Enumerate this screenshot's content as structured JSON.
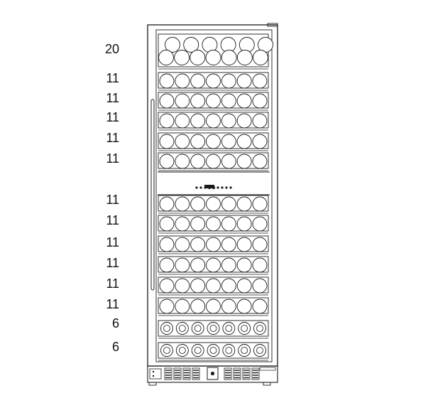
{
  "diagram": {
    "capacity_labels": [
      "20",
      "11",
      "11",
      "11",
      "11",
      "11",
      "11",
      "11",
      "11",
      "11",
      "11",
      "11",
      "6",
      "6"
    ],
    "shelves": [
      {
        "type": "double",
        "bottles_front": 7,
        "bottles_back": 6
      },
      {
        "type": "single",
        "bottles": 7
      },
      {
        "type": "single",
        "bottles": 7
      },
      {
        "type": "single",
        "bottles": 7
      },
      {
        "type": "single",
        "bottles": 7
      },
      {
        "type": "single",
        "bottles": 7
      },
      {
        "type": "single",
        "bottles": 7
      },
      {
        "type": "single",
        "bottles": 7
      },
      {
        "type": "single",
        "bottles": 7
      },
      {
        "type": "single",
        "bottles": 7
      },
      {
        "type": "single",
        "bottles": 7
      },
      {
        "type": "single",
        "bottles": 7
      },
      {
        "type": "bottom",
        "bottles": 7
      },
      {
        "type": "bottom",
        "bottles": 7
      }
    ],
    "control_panel_dots": 9,
    "colors": {
      "stroke": "#1a1a1a",
      "background": "#ffffff",
      "label": "#111111"
    }
  }
}
